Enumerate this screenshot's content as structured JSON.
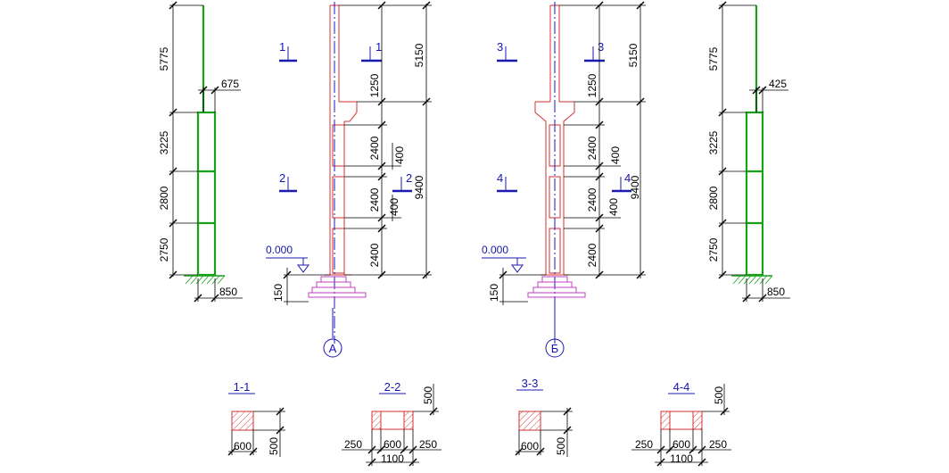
{
  "left_view": {
    "dims": [
      "5775",
      "675",
      "3225",
      "2800",
      "2750",
      "850"
    ]
  },
  "right_view": {
    "dims": [
      "5775",
      "425",
      "3225",
      "2800",
      "2750",
      "850"
    ]
  },
  "column_a": {
    "section_marks": [
      "1",
      "1",
      "2",
      "2"
    ],
    "dims": [
      "5150",
      "1250",
      "2400",
      "400",
      "2400",
      "400",
      "9400",
      "2400",
      "150"
    ],
    "level": "0.000",
    "axis": "А"
  },
  "column_b": {
    "section_marks": [
      "3",
      "3",
      "4",
      "4"
    ],
    "dims": [
      "5150",
      "1250",
      "2400",
      "400",
      "2400",
      "400",
      "9400",
      "2400",
      "150"
    ],
    "level": "0.000",
    "axis": "Б"
  },
  "sections": [
    {
      "title": "1-1",
      "dims": [
        "600",
        "500"
      ]
    },
    {
      "title": "2-2",
      "dims": [
        "500",
        "250",
        "600",
        "250",
        "1100"
      ]
    },
    {
      "title": "3-3",
      "dims": [
        "600",
        "500"
      ]
    },
    {
      "title": "4-4",
      "dims": [
        "500",
        "250",
        "600",
        "250",
        "1100"
      ]
    }
  ],
  "colors": {
    "concrete": "#d23030",
    "steel": "#18a018",
    "annotation": "#1a1ab0",
    "footing": "#c040c0"
  }
}
